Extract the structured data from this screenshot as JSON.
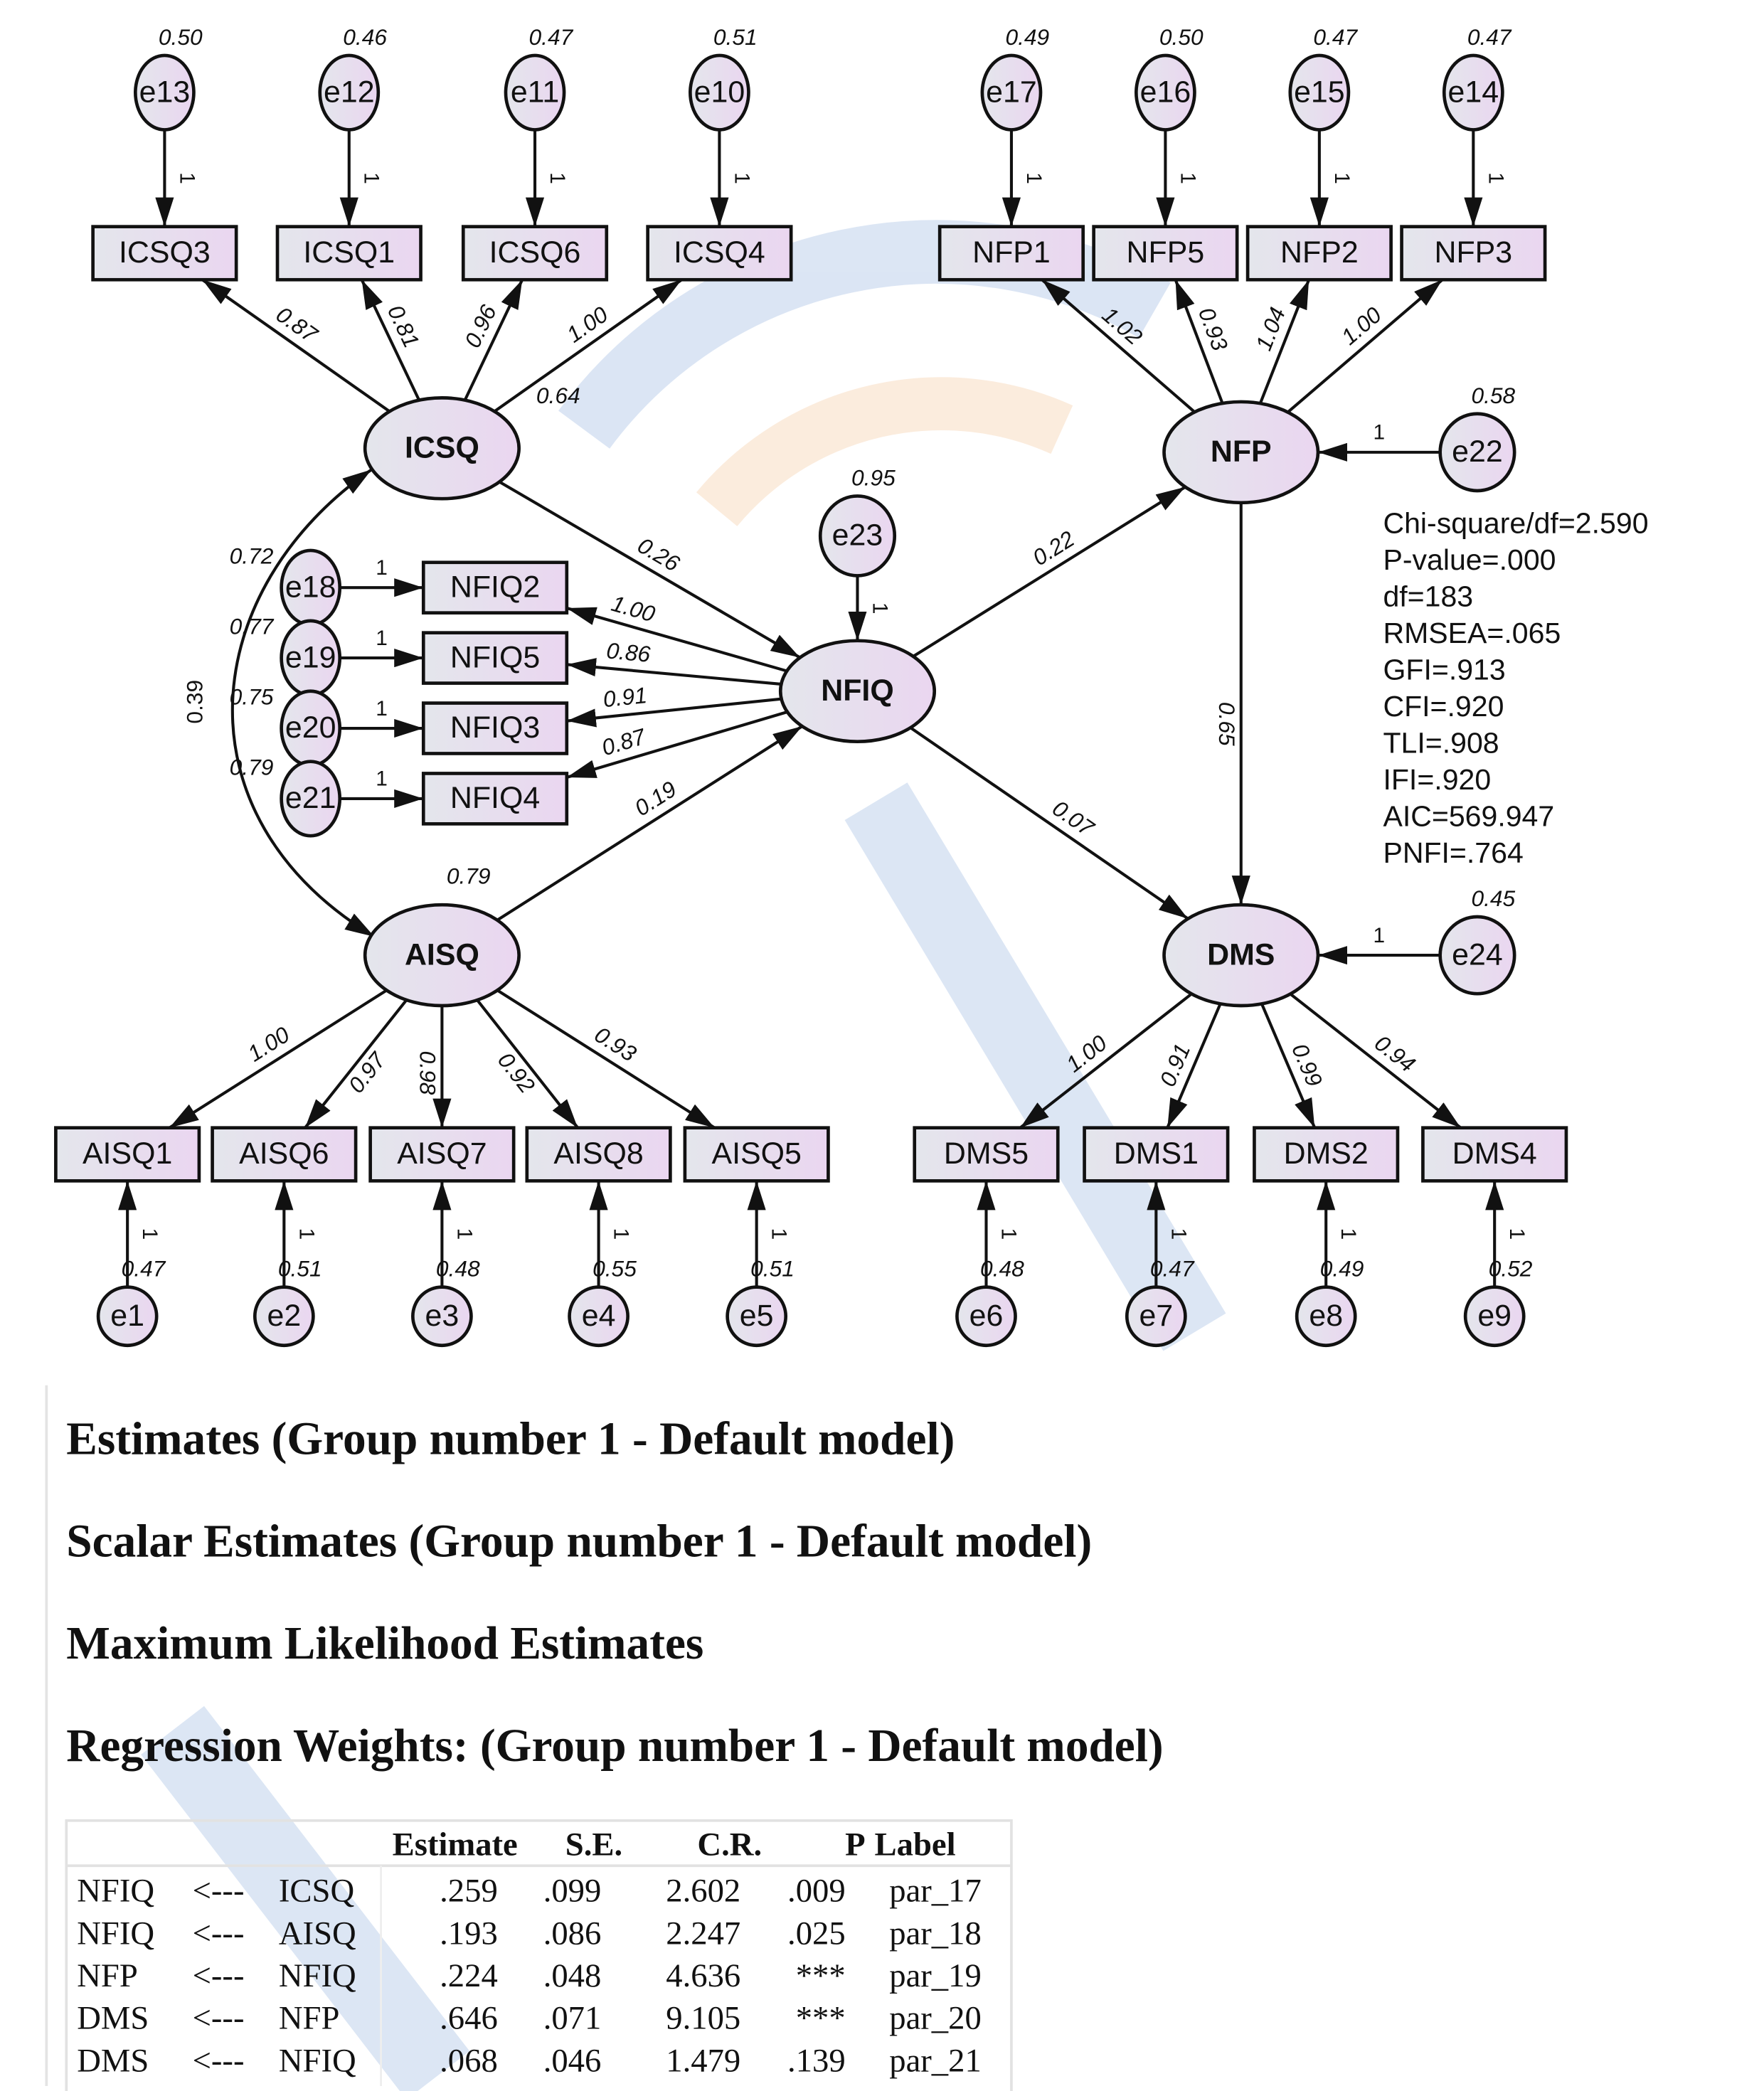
{
  "colors": {
    "node_fill_left": "#e4e6ec",
    "node_fill_right": "#ead6f0",
    "stroke": "#111111",
    "table_border": "#e2e2e2"
  },
  "latents": [
    {
      "id": "ICSQ",
      "r2": "0.64"
    },
    {
      "id": "NFP",
      "r2": ""
    },
    {
      "id": "NFIQ",
      "r2": ""
    },
    {
      "id": "AISQ",
      "r2": "0.79"
    },
    {
      "id": "DMS",
      "r2": ""
    }
  ],
  "observed": [
    "ICSQ3",
    "ICSQ1",
    "ICSQ6",
    "ICSQ4",
    "NFP1",
    "NFP5",
    "NFP2",
    "NFP3",
    "NFIQ2",
    "NFIQ5",
    "NFIQ3",
    "NFIQ4",
    "AISQ1",
    "AISQ6",
    "AISQ7",
    "AISQ8",
    "AISQ5",
    "DMS5",
    "DMS1",
    "DMS2",
    "DMS4"
  ],
  "errors": [
    {
      "id": "e13",
      "to": "ICSQ3",
      "value": "0.50",
      "fixed": "1"
    },
    {
      "id": "e12",
      "to": "ICSQ1",
      "value": "0.46",
      "fixed": "1"
    },
    {
      "id": "e11",
      "to": "ICSQ6",
      "value": "0.47",
      "fixed": "1"
    },
    {
      "id": "e10",
      "to": "ICSQ4",
      "value": "0.51",
      "fixed": "1"
    },
    {
      "id": "e17",
      "to": "NFP1",
      "value": "0.49",
      "fixed": "1"
    },
    {
      "id": "e16",
      "to": "NFP5",
      "value": "0.50",
      "fixed": "1"
    },
    {
      "id": "e15",
      "to": "NFP2",
      "value": "0.47",
      "fixed": "1"
    },
    {
      "id": "e14",
      "to": "NFP3",
      "value": "0.47",
      "fixed": "1"
    },
    {
      "id": "e18",
      "to": "NFIQ2",
      "value": "0.72",
      "fixed": "1"
    },
    {
      "id": "e19",
      "to": "NFIQ5",
      "value": "0.77",
      "fixed": "1"
    },
    {
      "id": "e20",
      "to": "NFIQ3",
      "value": "0.75",
      "fixed": "1"
    },
    {
      "id": "e21",
      "to": "NFIQ4",
      "value": "0.79",
      "fixed": "1"
    },
    {
      "id": "e22",
      "to": "NFP",
      "value": "0.58",
      "fixed": "1"
    },
    {
      "id": "e23",
      "to": "NFIQ",
      "value": "0.95",
      "fixed": "1"
    },
    {
      "id": "e24",
      "to": "DMS",
      "value": "0.45",
      "fixed": "1"
    },
    {
      "id": "e1",
      "to": "AISQ1",
      "value": "0.47",
      "fixed": "1"
    },
    {
      "id": "e2",
      "to": "AISQ6",
      "value": "0.51",
      "fixed": "1"
    },
    {
      "id": "e3",
      "to": "AISQ7",
      "value": "0.48",
      "fixed": "1"
    },
    {
      "id": "e4",
      "to": "AISQ8",
      "value": "0.55",
      "fixed": "1"
    },
    {
      "id": "e5",
      "to": "AISQ5",
      "value": "0.51",
      "fixed": "1"
    },
    {
      "id": "e6",
      "to": "DMS5",
      "value": "0.48",
      "fixed": "1"
    },
    {
      "id": "e7",
      "to": "DMS1",
      "value": "0.47",
      "fixed": "1"
    },
    {
      "id": "e8",
      "to": "DMS2",
      "value": "0.49",
      "fixed": "1"
    },
    {
      "id": "e9",
      "to": "DMS4",
      "value": "0.52",
      "fixed": "1"
    }
  ],
  "paths": [
    {
      "from": "ICSQ",
      "to": "ICSQ3",
      "weight": "0.87"
    },
    {
      "from": "ICSQ",
      "to": "ICSQ1",
      "weight": "0.81"
    },
    {
      "from": "ICSQ",
      "to": "ICSQ6",
      "weight": "0.96"
    },
    {
      "from": "ICSQ",
      "to": "ICSQ4",
      "weight": "1.00"
    },
    {
      "from": "NFP",
      "to": "NFP1",
      "weight": "1.02"
    },
    {
      "from": "NFP",
      "to": "NFP5",
      "weight": "0.93"
    },
    {
      "from": "NFP",
      "to": "NFP2",
      "weight": "1.04"
    },
    {
      "from": "NFP",
      "to": "NFP3",
      "weight": "1.00"
    },
    {
      "from": "ICSQ",
      "to": "NFIQ",
      "weight": "0.26"
    },
    {
      "from": "AISQ",
      "to": "NFIQ",
      "weight": "0.19"
    },
    {
      "from": "NFIQ",
      "to": "NFP",
      "weight": "0.22"
    },
    {
      "from": "NFIQ",
      "to": "DMS",
      "weight": "0.07"
    },
    {
      "from": "NFP",
      "to": "DMS",
      "weight": "0.65"
    },
    {
      "from": "NFIQ",
      "to": "NFIQ2",
      "weight": "1.00"
    },
    {
      "from": "NFIQ",
      "to": "NFIQ5",
      "weight": "0.86"
    },
    {
      "from": "NFIQ",
      "to": "NFIQ3",
      "weight": "0.91"
    },
    {
      "from": "NFIQ",
      "to": "NFIQ4",
      "weight": "0.87"
    },
    {
      "from": "AISQ",
      "to": "AISQ1",
      "weight": "1.00"
    },
    {
      "from": "AISQ",
      "to": "AISQ6",
      "weight": "0.97"
    },
    {
      "from": "AISQ",
      "to": "AISQ7",
      "weight": "0.98"
    },
    {
      "from": "AISQ",
      "to": "AISQ8",
      "weight": "0.92"
    },
    {
      "from": "AISQ",
      "to": "AISQ5",
      "weight": "0.93"
    },
    {
      "from": "DMS",
      "to": "DMS5",
      "weight": "1.00"
    },
    {
      "from": "DMS",
      "to": "DMS1",
      "weight": "0.91"
    },
    {
      "from": "DMS",
      "to": "DMS2",
      "weight": "0.99"
    },
    {
      "from": "DMS",
      "to": "DMS4",
      "weight": "0.94"
    }
  ],
  "covariances": [
    {
      "a": "ICSQ",
      "b": "AISQ",
      "value": "0.39"
    }
  ],
  "fit_indices": [
    "Chi-square/df=2.590",
    "P-value=.000",
    "df=183",
    "RMSEA=.065",
    "GFI=.913",
    "CFI=.920",
    "TLI=.908",
    "IFI=.920",
    "AIC=569.947",
    "PNFI=.764"
  ],
  "headings": [
    "Estimates (Group number 1 - Default model)",
    "Scalar Estimates (Group number 1 - Default model)",
    "Maximum Likelihood Estimates",
    "Regression Weights: (Group number 1 - Default model)"
  ],
  "table": {
    "columns": [
      "Estimate",
      "S.E.",
      "C.R.",
      "P",
      "Label"
    ],
    "rows": [
      [
        "NFIQ",
        "<---",
        "ICSQ",
        ".259",
        ".099",
        "2.602",
        ".009",
        "par_17"
      ],
      [
        "NFIQ",
        "<---",
        "AISQ",
        ".193",
        ".086",
        "2.247",
        ".025",
        "par_18"
      ],
      [
        "NFP",
        "<---",
        "NFIQ",
        ".224",
        ".048",
        "4.636",
        "***",
        "par_19"
      ],
      [
        "DMS",
        "<---",
        "NFP",
        ".646",
        ".071",
        "9.105",
        "***",
        "par_20"
      ],
      [
        "DMS",
        "<---",
        "NFIQ",
        ".068",
        ".046",
        "1.479",
        ".139",
        "par_21"
      ]
    ]
  }
}
